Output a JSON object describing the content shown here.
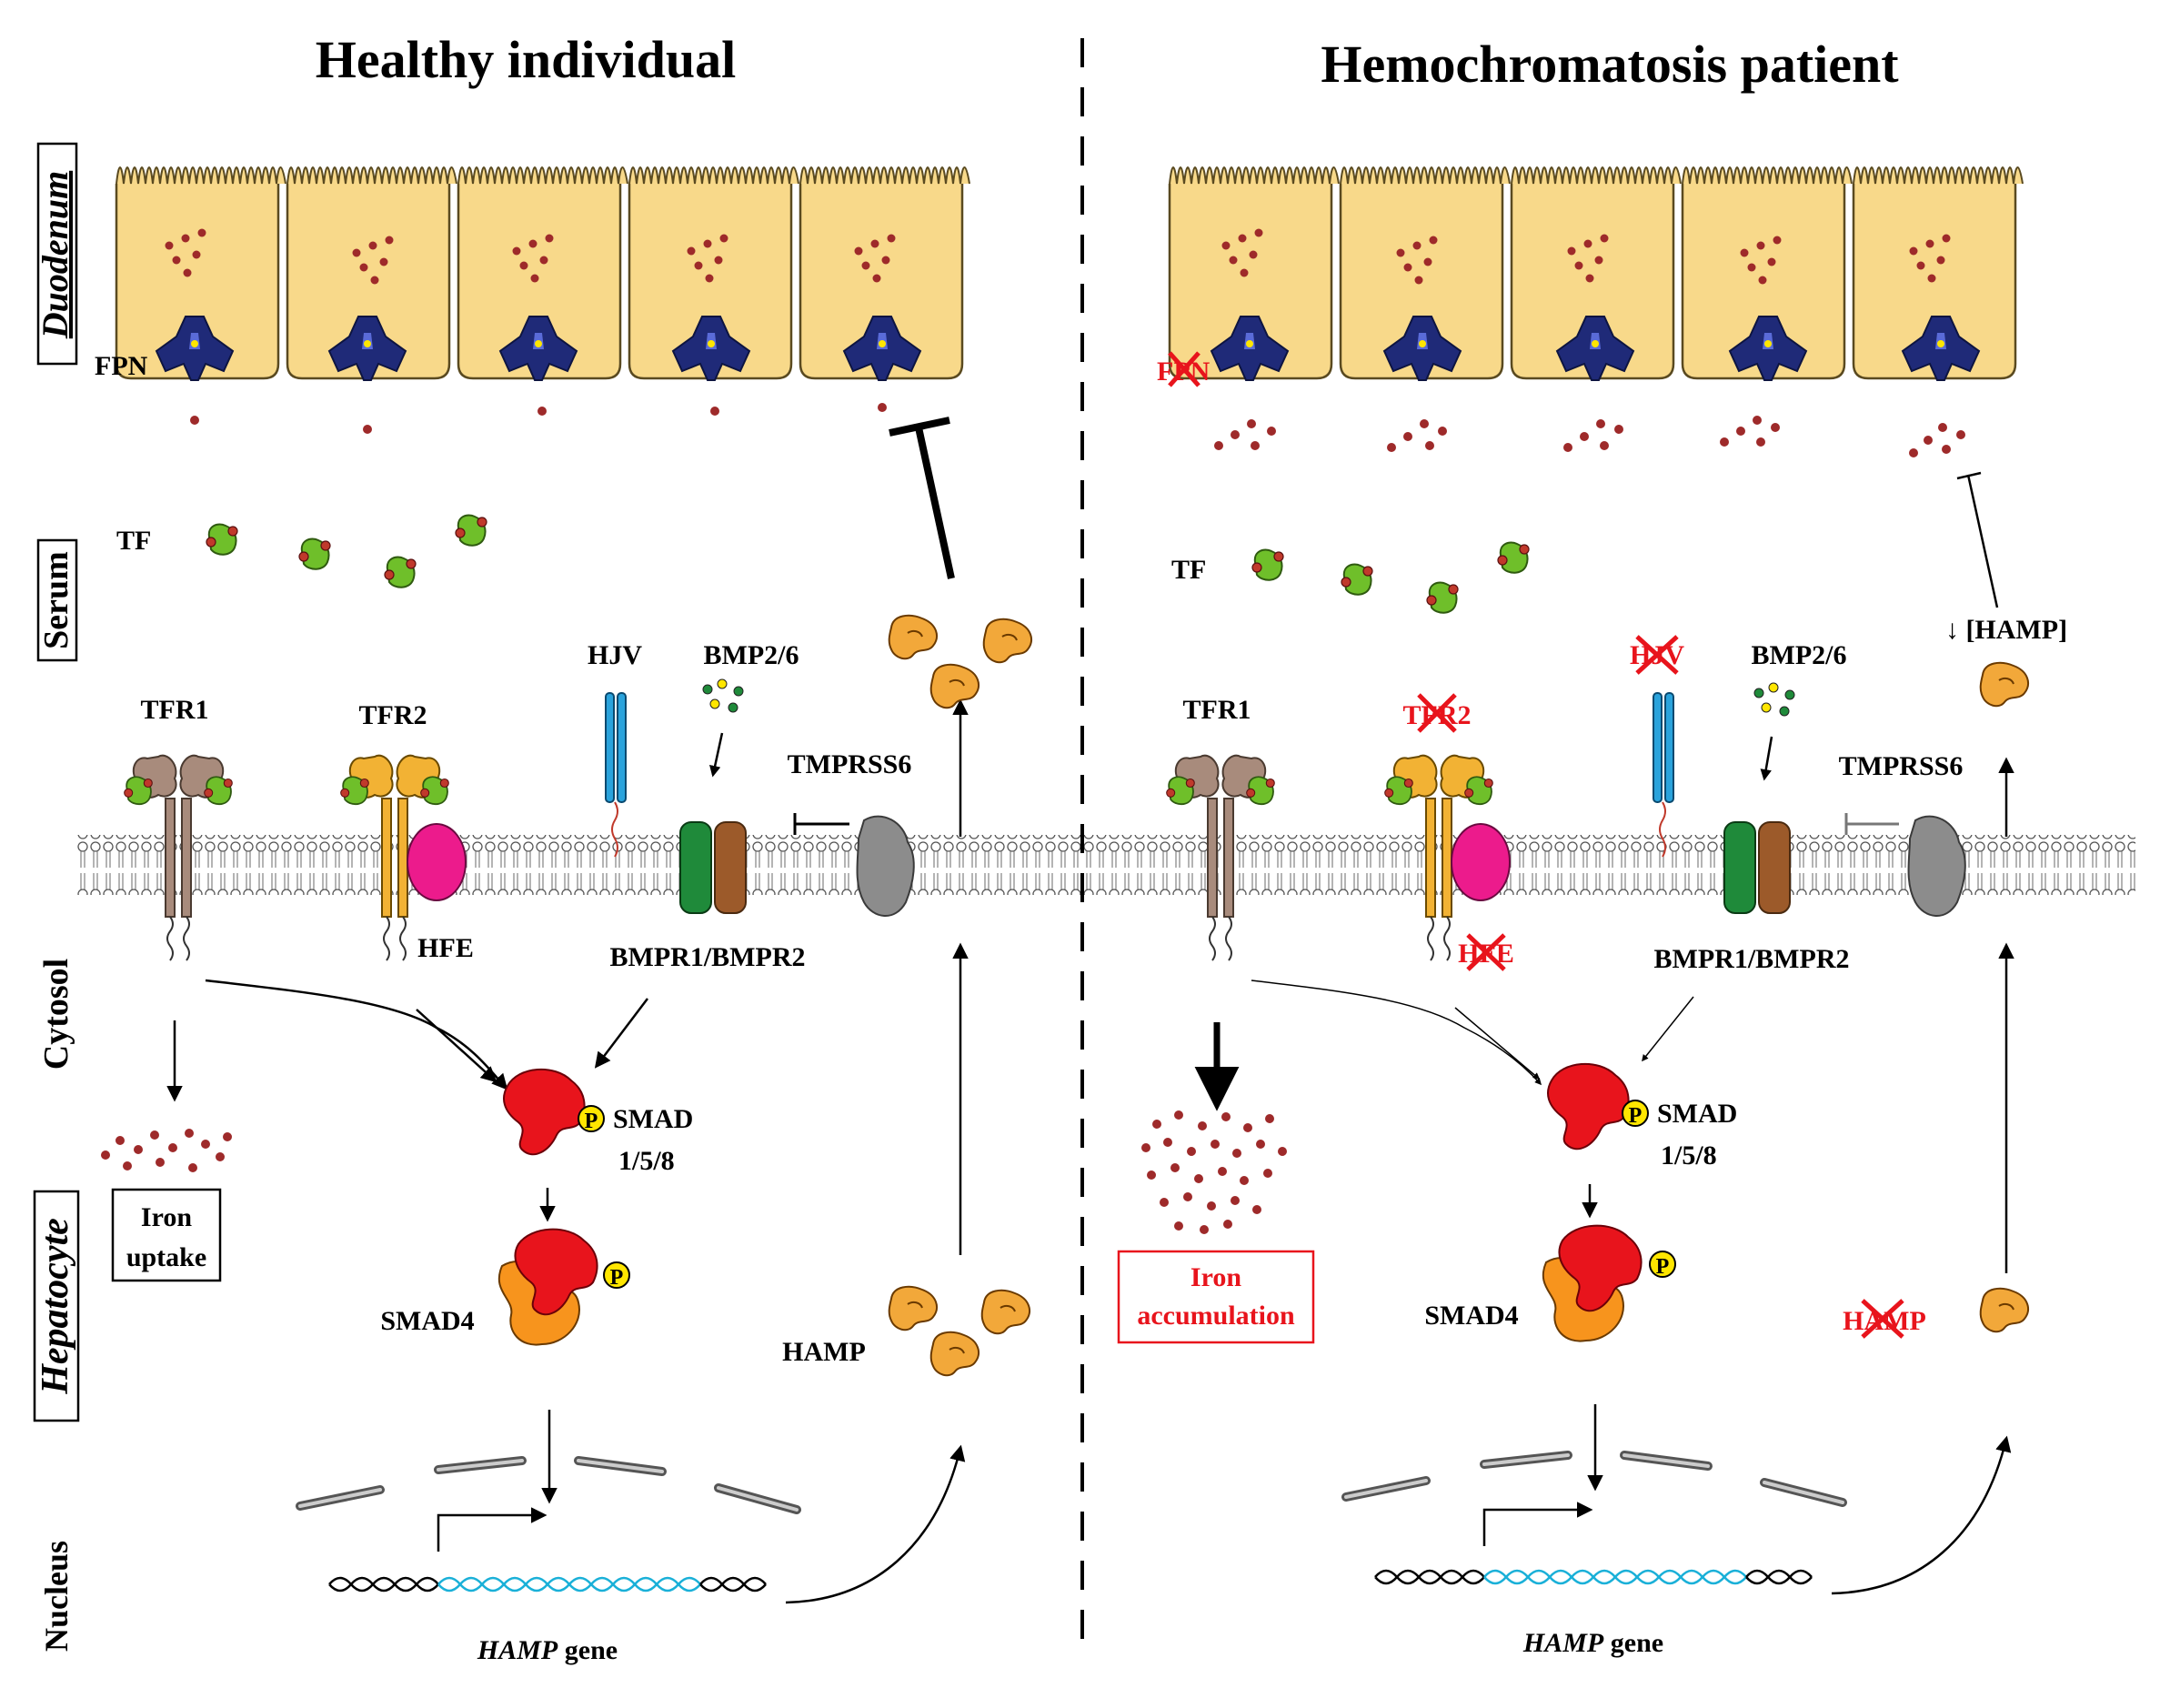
{
  "titles": {
    "left": "Healthy individual",
    "right": "Hemochromatosis patient"
  },
  "compartments": {
    "duodenum": "Duodenum",
    "serum": "Serum",
    "cytosol": "Cytosol",
    "hepatocyte": "Hepatocyte",
    "nucleus": "Nucleus"
  },
  "labels": {
    "fpn": "FPN",
    "tf": "TF",
    "tfr1": "TFR1",
    "tfr2": "TFR2",
    "hjv": "HJV",
    "bmp": "BMP2/6",
    "tmprss6": "TMPRSS6",
    "hfe": "HFE",
    "bmpr": "BMPR1/BMPR2",
    "smad": "SMAD",
    "smad_sub": "1/5/8",
    "smad4": "SMAD4",
    "hamp": "HAMP",
    "hamp_gene_italic": "HAMP",
    "hamp_gene_suffix": " gene",
    "phospho": "P",
    "hamp_level": "↓ [HAMP]"
  },
  "boxes": {
    "iron_uptake": [
      "Iron",
      "uptake"
    ],
    "iron_accumulation": [
      "Iron",
      "accumulation"
    ]
  },
  "colors": {
    "cell_fill": "#f8d98a",
    "ferroportin": "#1f2a78",
    "iron": "#9e2a2a",
    "transferrin": "#6fbf2a",
    "tfr1": "#a88b7c",
    "tfr2": "#f2b234",
    "hfe": "#ec1b8c",
    "hjv": "#2aa3dc",
    "bmpr1": "#1f8a3a",
    "bmpr2": "#9c5a2a",
    "tmprss6": "#8c8c8c",
    "smad": "#e8141c",
    "smad4": "#f7941d",
    "phosphate": "#ffe600",
    "dna_active": "#1ab0d8",
    "mutation": "#e8141c"
  }
}
